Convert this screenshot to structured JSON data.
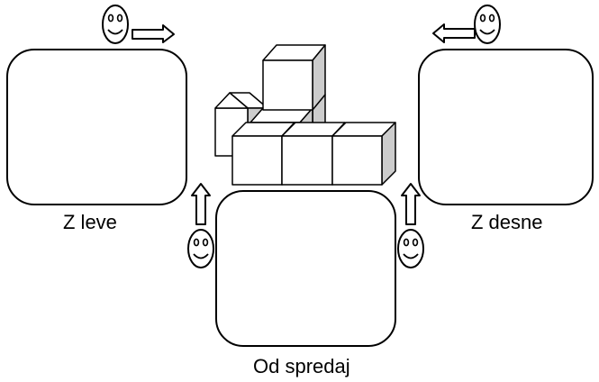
{
  "labels": {
    "left": "Z leve",
    "right": "Z desne",
    "front": "Od spredaj"
  },
  "colors": {
    "stroke": "#000000",
    "face_front": "#ffffff",
    "face_top": "#ffffff",
    "face_side": "#cccccc",
    "background": "#ffffff"
  },
  "icons": {
    "observer": "smiley-face-icon",
    "direction": "hollow-arrow-icon"
  }
}
